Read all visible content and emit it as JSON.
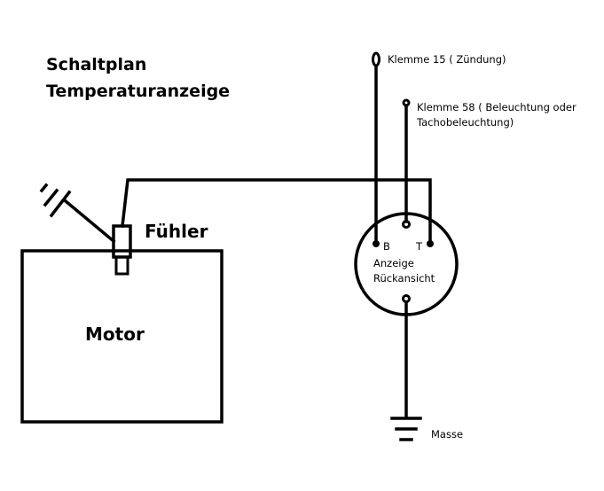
{
  "title": {
    "line1": "Schaltplan",
    "line2": "Temperaturanzeige"
  },
  "components": {
    "motor": {
      "label": "Motor"
    },
    "sensor": {
      "label": "Fühler"
    },
    "gauge": {
      "line1": "Anzeige",
      "line2": "Rückansicht",
      "terminal_b": "B",
      "terminal_t": "T"
    },
    "ground": {
      "label": "Masse"
    }
  },
  "terminals": {
    "klemme15": "Klemme 15 ( Zündung)",
    "klemme58_line1": "Klemme 58 ( Beleuchtung oder",
    "klemme58_line2": "Tachobeleuchtung)"
  }
}
